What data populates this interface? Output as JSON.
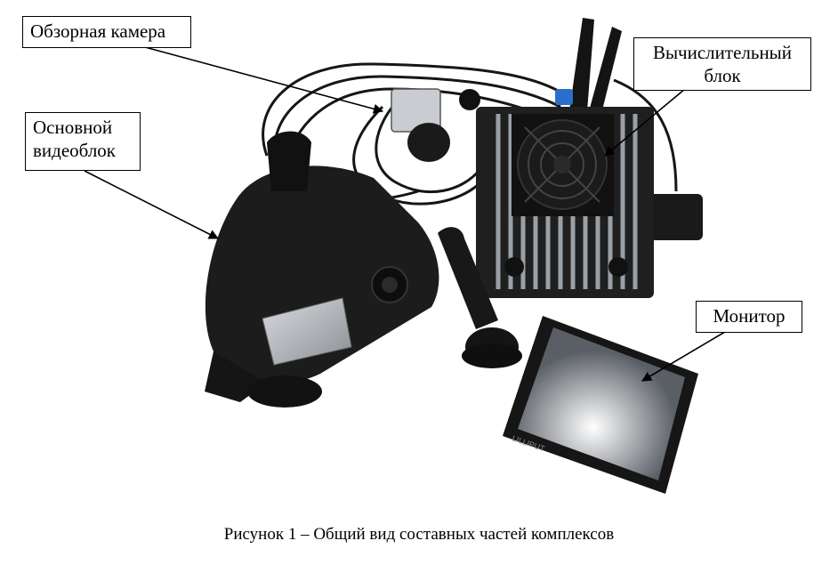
{
  "labels": {
    "overview_camera": "Обзорная камера",
    "main_video_unit_line1": "Основной",
    "main_video_unit_line2": "видеоблок",
    "computing_unit_line1": "Вычислительный",
    "computing_unit_line2": "блок",
    "monitor": "Монитор"
  },
  "caption": "Рисунок 1 – Общий вид составных частей комплексов",
  "colors": {
    "device_body": "#1c1c1c",
    "heatsink": "#9aa0a6",
    "screen_glow": "#f4f6f8",
    "camera_silver": "#c9ccd0",
    "connector_blue": "#2a6fc9"
  }
}
